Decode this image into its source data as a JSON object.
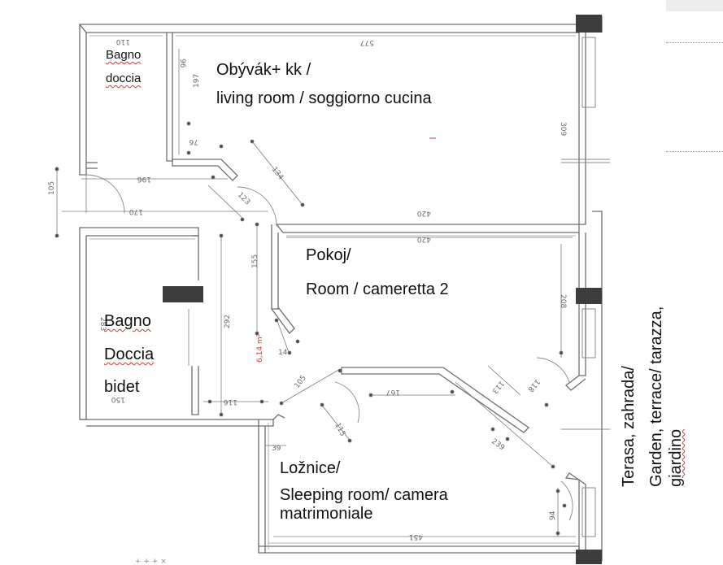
{
  "rooms": {
    "bagno_doccia_small": {
      "line1": "Bagno",
      "line2": "doccia"
    },
    "living": {
      "line1": "Obývák+ kk /",
      "line2": "living room / soggiorno cucina"
    },
    "pokoj": {
      "line1": "Pokoj/",
      "line2": "Room / cameretta 2"
    },
    "bagno_large": {
      "line1": "Bagno",
      "line2": "Doccia",
      "line3": "bidet"
    },
    "loznice": {
      "line1": "Ložnice/",
      "line2": "Sleeping room/ camera",
      "line3": "matrimoniale"
    }
  },
  "terrace": {
    "line1": "Terasa, zahrada/",
    "line2": "Garden, terrace/ tarazza,",
    "line3": "giardino"
  },
  "dimensions": {
    "d110": "110",
    "d96": "96",
    "d577": "577",
    "d197": "197",
    "d76": "76",
    "d309": "309",
    "d196": "196",
    "d134": "134",
    "d105_left": "105",
    "d170": "170",
    "d123": "123",
    "d420_a": "420",
    "d420_b": "420",
    "d155": "155",
    "d208": "208",
    "d292": "292",
    "d283": "283",
    "d614": "6,14 m²",
    "d14": "14",
    "d105_b": "105",
    "d116": "116",
    "d167": "167",
    "d113": "113",
    "d118": "118",
    "d115": "115",
    "d39": "39",
    "d239": "239",
    "d94": "94",
    "d451": "451",
    "d150": "150"
  }
}
